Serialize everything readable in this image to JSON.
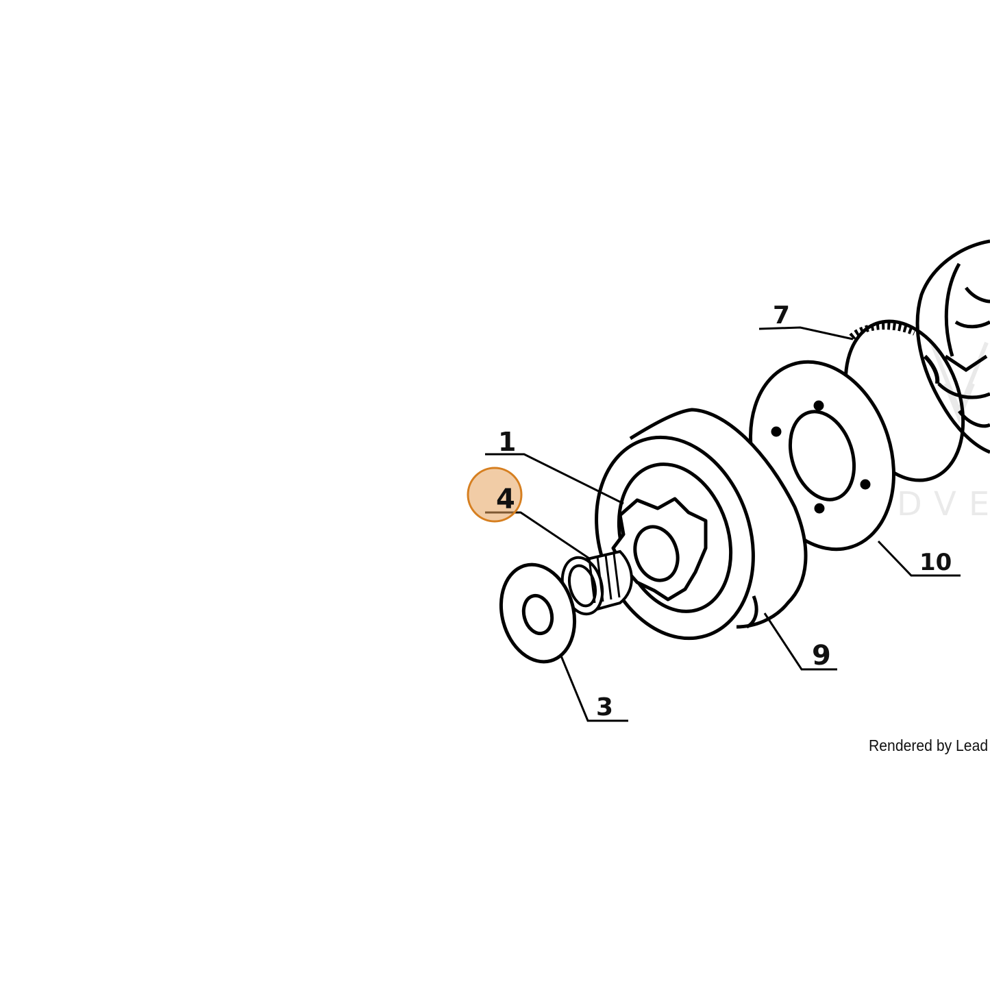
{
  "diagram": {
    "callouts": {
      "c1": "1",
      "c3": "3",
      "c4": "4",
      "c7": "7",
      "c9": "9",
      "c10": "10"
    },
    "highlighted_callout": "4",
    "highlight_color": "#e6a35c",
    "watermark": "LEADVENTURE",
    "credit": "Rendered by Lead"
  }
}
